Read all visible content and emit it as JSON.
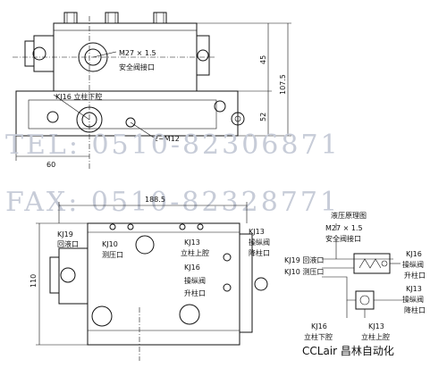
{
  "dimensions": {
    "d45": "45",
    "d1075": "107.5",
    "d52": "52",
    "d60": "60",
    "d1885": "188.5",
    "d110": "110"
  },
  "labels": {
    "m27_top": "M27 × 1.5",
    "safety_valve_top": "安全阀接口",
    "kj16_top": "KJ16 立柱下腔",
    "m12": "2−M12",
    "kj19": "KJ19",
    "return_port": "回液口",
    "kj10_left": "KJ10",
    "pressure_port_left": "测压口",
    "kj13_mid": "KJ13",
    "upper_chamber": "立柱上腔",
    "kj16_mid": "KJ16",
    "control_valve_mid": "操纵阀",
    "lift_port_mid": "升柱口",
    "kj13_right": "KJ13",
    "control_valve_right": "操纵阀",
    "lower_port_right": "降柱口"
  },
  "schematic": {
    "title": "液压原理图",
    "m27": "M27 × 1.5",
    "safety_valve": "安全阀接口",
    "kj19_return": "KJ19 回液口",
    "kj10_pressure": "KJ10 测压口",
    "kj16_a": "KJ16",
    "control_valve_a": "操纵阀",
    "lift_port": "升柱口",
    "kj13_a": "KJ13",
    "control_valve_b": "操纵阀",
    "lower_port": "降柱口",
    "kj16_b": "KJ16",
    "lower_chamber": "立柱下腔",
    "kj13_b": "KJ13",
    "upper_chamber": "立柱上腔"
  },
  "watermark": {
    "tel": "TEL: 0510-82306871",
    "fax": "FAX: 0510-82328771"
  },
  "brand": "CCLair 昌林自动化"
}
